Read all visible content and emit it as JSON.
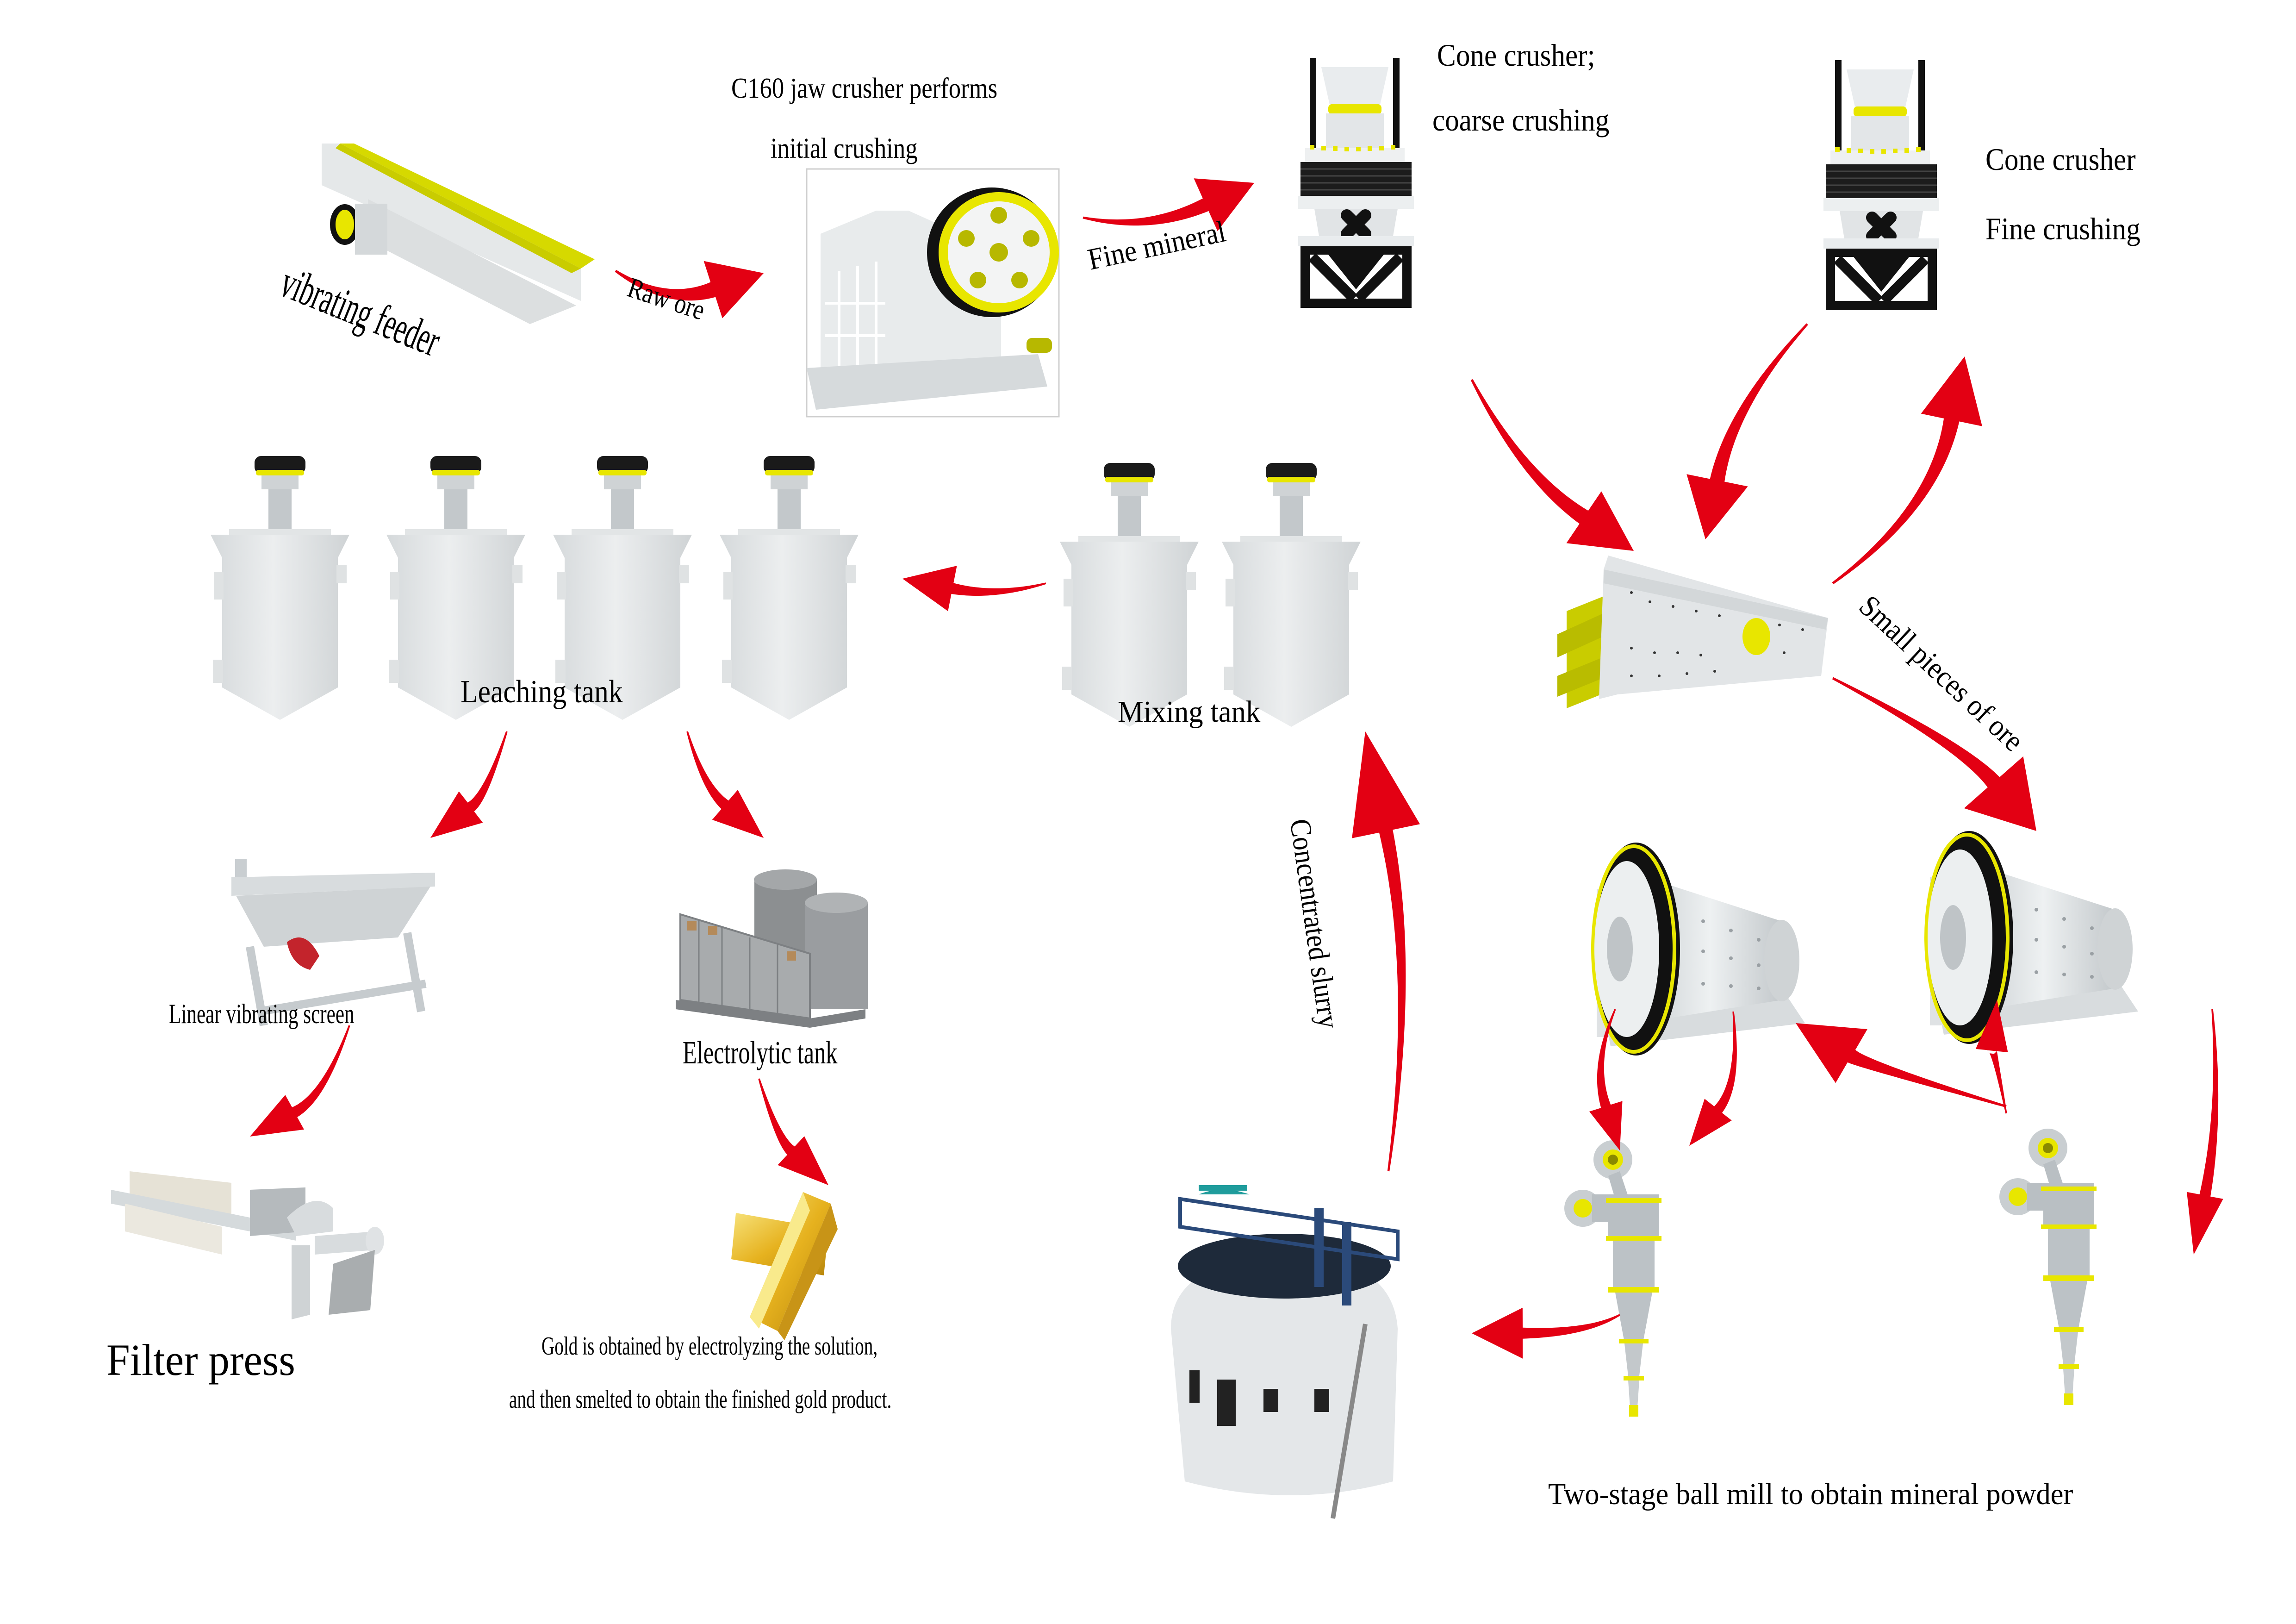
{
  "diagram": {
    "title": "Gold ore processing flow",
    "colors": {
      "arrow": "#e30013",
      "equipment_body": "#dfe3e5",
      "equipment_shade": "#b9bfc3",
      "accent_yellow": "#e8e600",
      "frame_black": "#111111",
      "gold": "#e8b72a",
      "thickener_blue": "#2b4a7a",
      "canopy_teal": "#1f9c9c"
    },
    "equipment": [
      {
        "id": "vibrating-feeder",
        "label": "vibrating feeder"
      },
      {
        "id": "jaw-crusher",
        "label_lines": [
          "C160 jaw crusher performs",
          "initial crushing"
        ]
      },
      {
        "id": "cone-crusher-coarse",
        "label_lines": [
          "Cone crusher;",
          "coarse crushing"
        ]
      },
      {
        "id": "cone-crusher-fine",
        "label_lines": [
          "Cone crusher",
          "Fine crushing"
        ]
      },
      {
        "id": "circular-vibrating-screen",
        "label": ""
      },
      {
        "id": "ball-mill-1",
        "label": ""
      },
      {
        "id": "ball-mill-2",
        "label": ""
      },
      {
        "id": "hydrocyclone-1",
        "label": ""
      },
      {
        "id": "hydrocyclone-2",
        "label": ""
      },
      {
        "id": "thickener",
        "label": ""
      },
      {
        "id": "mixing-tanks",
        "label": "Mixing tank",
        "count": 2
      },
      {
        "id": "leaching-tanks",
        "label": "Leaching tank",
        "count": 4
      },
      {
        "id": "linear-vibrating-screen",
        "label": "Linear vibrating screen"
      },
      {
        "id": "filter-press",
        "label": "Filter press"
      },
      {
        "id": "electrolytic-tank",
        "label": "Electrolytic tank"
      },
      {
        "id": "gold-bars",
        "label_lines": [
          "Gold is obtained by electrolyzing the solution,",
          "and then smelted to obtain the finished gold product."
        ]
      }
    ],
    "flow_labels": {
      "raw_ore": "Raw ore",
      "fine_mineral": "Fine mineral",
      "small_pieces": "Small pieces of ore",
      "concentrated_slurry": "Concentrated slurry",
      "mill_caption": "Two-stage ball mill to obtain mineral powder"
    },
    "flows": [
      {
        "from": "vibrating-feeder",
        "to": "jaw-crusher",
        "label": "Raw ore"
      },
      {
        "from": "jaw-crusher",
        "to": "cone-crusher-coarse",
        "label": "Fine mineral"
      },
      {
        "from": "cone-crusher-coarse",
        "to": "circular-vibrating-screen"
      },
      {
        "from": "cone-crusher-fine",
        "to": "circular-vibrating-screen"
      },
      {
        "from": "circular-vibrating-screen",
        "to": "cone-crusher-fine"
      },
      {
        "from": "circular-vibrating-screen",
        "to": "ball-mill-2",
        "label": "Small pieces of ore"
      },
      {
        "from": "ball-mill-1",
        "to": "hydrocyclone-1"
      },
      {
        "from": "ball-mill-1",
        "to": "hydrocyclone-1"
      },
      {
        "from": "hydrocyclone-2",
        "to": "ball-mill-1"
      },
      {
        "from": "hydrocyclone-2",
        "to": "ball-mill-2"
      },
      {
        "from": "ball-mill-2",
        "to": "hydrocyclone-2"
      },
      {
        "from": "hydrocyclone-1",
        "to": "thickener"
      },
      {
        "from": "thickener",
        "to": "mixing-tanks",
        "label": "Concentrated slurry"
      },
      {
        "from": "mixing-tanks",
        "to": "leaching-tanks"
      },
      {
        "from": "leaching-tanks",
        "to": "linear-vibrating-screen"
      },
      {
        "from": "leaching-tanks",
        "to": "electrolytic-tank"
      },
      {
        "from": "linear-vibrating-screen",
        "to": "filter-press"
      },
      {
        "from": "electrolytic-tank",
        "to": "gold-bars"
      }
    ]
  }
}
